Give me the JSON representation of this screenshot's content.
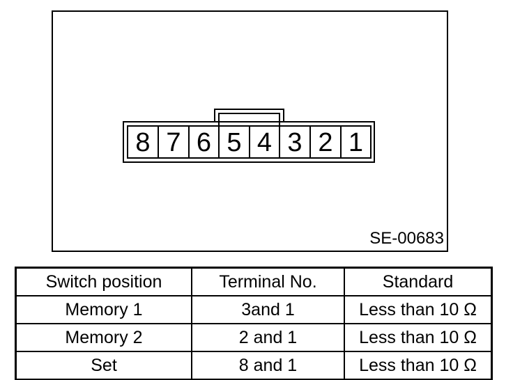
{
  "figure": {
    "code": "SE-00683",
    "connector": {
      "terminals": [
        "8",
        "7",
        "6",
        "5",
        "4",
        "3",
        "2",
        "1"
      ]
    }
  },
  "table": {
    "headers": [
      "Switch position",
      "Terminal No.",
      "Standard"
    ],
    "rows": [
      [
        "Memory 1",
        "3and 1",
        "Less than 10 Ω"
      ],
      [
        "Memory 2",
        "2 and 1",
        "Less than 10 Ω"
      ],
      [
        "Set",
        "8 and 1",
        "Less than 10 Ω"
      ]
    ]
  },
  "colors": {
    "line": "#000000",
    "background": "#ffffff"
  }
}
